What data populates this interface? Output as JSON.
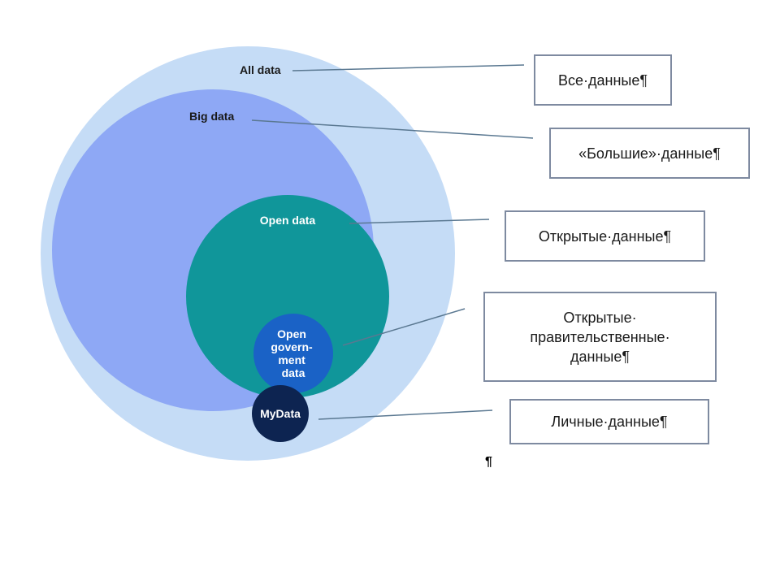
{
  "circles": {
    "all": {
      "label": "All data",
      "color": "#c5dcf6"
    },
    "big": {
      "label": "Big data",
      "color": "#8ea8f5"
    },
    "open": {
      "label": "Open data",
      "color": "#10969a"
    },
    "gov": {
      "label_lines": [
        "Open",
        "govern-",
        "ment",
        "data"
      ],
      "color": "#1a62c6"
    },
    "my": {
      "label": "MyData",
      "color": "#0d2451"
    }
  },
  "boxes": {
    "all": "Все·данные¶",
    "big": "«Большие»·данные¶",
    "open": "Открытые·данные¶",
    "gov": "Открытые·\nправительственные·\nданные¶",
    "my": "Личные·данные¶"
  },
  "stray_mark": "¶",
  "colors": {
    "connector": "#5a7891",
    "box_border": "#7e8aa0"
  }
}
